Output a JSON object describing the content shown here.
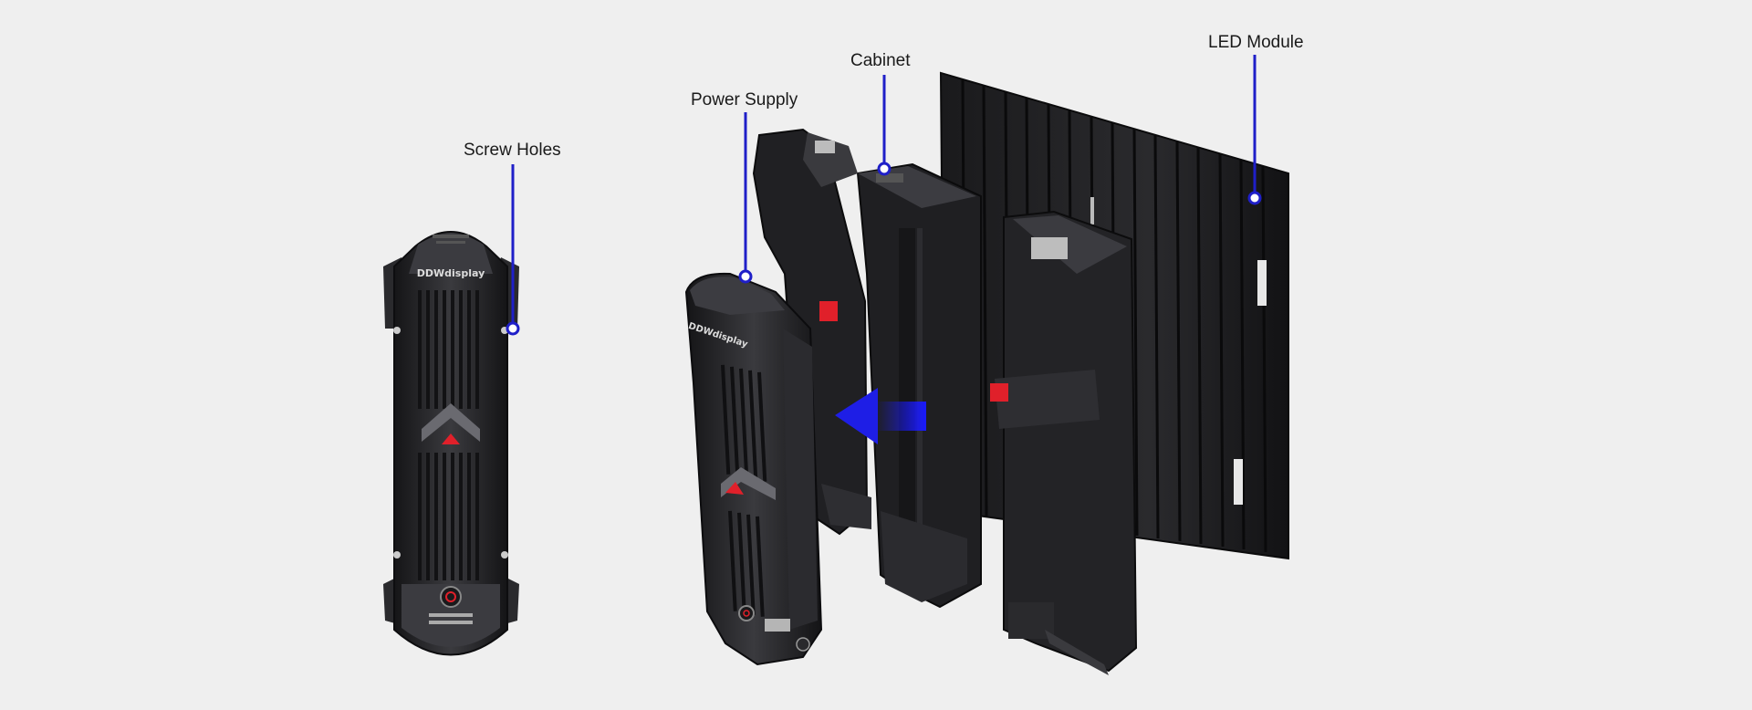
{
  "labels": {
    "screw_holes": "Screw Holes",
    "power_supply": "Power Supply",
    "cabinet": "Cabinet",
    "led_module": "LED Module"
  },
  "colors": {
    "background": "#efefef",
    "callout": "#1f1fc8",
    "body_dark": "#1b1b1d",
    "body_mid": "#2c2c2f",
    "body_light": "#4a4a4f",
    "accent_red": "#e0202a",
    "arrow_blue": "#1e1ee6"
  },
  "icons": {
    "brand_logo": "DDWdisplay"
  }
}
